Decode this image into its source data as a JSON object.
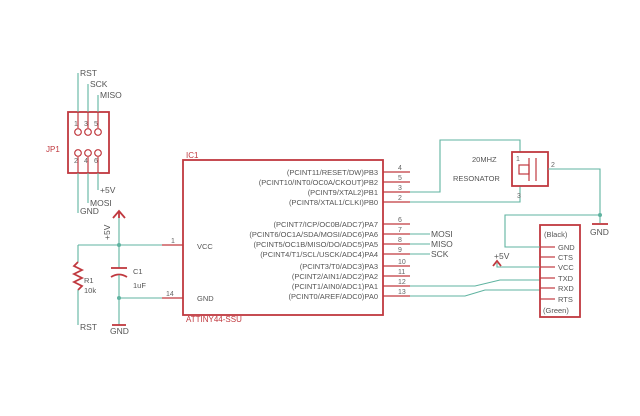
{
  "jp1": {
    "name": "JP1",
    "nets": [
      "RST",
      "SCK",
      "MISO",
      "+5V",
      "MOSI",
      "GND"
    ],
    "pin_numbers": [
      "1",
      "2",
      "3",
      "4",
      "5",
      "6"
    ]
  },
  "ic1": {
    "name": "IC1",
    "value": "ATTINY44-SSU",
    "vcc": {
      "label": "VCC",
      "pin": "1"
    },
    "gnd": {
      "label": "GND",
      "pin": "14"
    },
    "right_pins": [
      {
        "label": "(PCINT11/RESET/DW)PB3",
        "pin": "4"
      },
      {
        "label": "(PCINT10/INT0/OC0A/CKOUT)PB2",
        "pin": "5"
      },
      {
        "label": "(PCINT9/XTAL2)PB1",
        "pin": "3"
      },
      {
        "label": "(PCINT8/XTAL1/CLKI)PB0",
        "pin": "2"
      },
      {
        "label": "(PCINT7/ICP/OC0B/ADC7)PA7",
        "pin": "6"
      },
      {
        "label": "(PCINT6/OC1A/SDA/MOSI/ADC6)PA6",
        "pin": "7"
      },
      {
        "label": "(PCINT5/OC1B/MISO/DO/ADC5)PA5",
        "pin": "8"
      },
      {
        "label": "(PCINT4/T1/SCL/USCK/ADC4)PA4",
        "pin": "9"
      },
      {
        "label": "(PCINT3/T0/ADC3)PA3",
        "pin": "10"
      },
      {
        "label": "(PCINT2/AIN1/ADC2)PA2",
        "pin": "11"
      },
      {
        "label": "(PCINT1/AIN0/ADC1)PA1",
        "pin": "12"
      },
      {
        "label": "(PCINT0/AREF/ADC0)PA0",
        "pin": "13"
      }
    ],
    "net_labels": [
      "MOSI",
      "MISO",
      "SCK"
    ]
  },
  "resonator": {
    "frequency": "20MHZ",
    "name": "RESONATOR",
    "pin_left": "1",
    "pin_right": "2",
    "pin_bottom": "3"
  },
  "r1": {
    "name": "R1",
    "value": "10k"
  },
  "c1": {
    "name": "C1",
    "value": "1uF"
  },
  "supply": {
    "v5": "+5V",
    "gnd": "GND",
    "rst": "RST"
  },
  "ftdi": {
    "top_label": "(Black)",
    "bottom_label": "(Green)",
    "pins": [
      "GND",
      "CTS",
      "VCC",
      "TXD",
      "RXD",
      "RTS"
    ],
    "vcc_net": "+5V"
  },
  "colors": {
    "part": "#c0393f",
    "wire": "#5fb3a0",
    "text": "#555555"
  }
}
